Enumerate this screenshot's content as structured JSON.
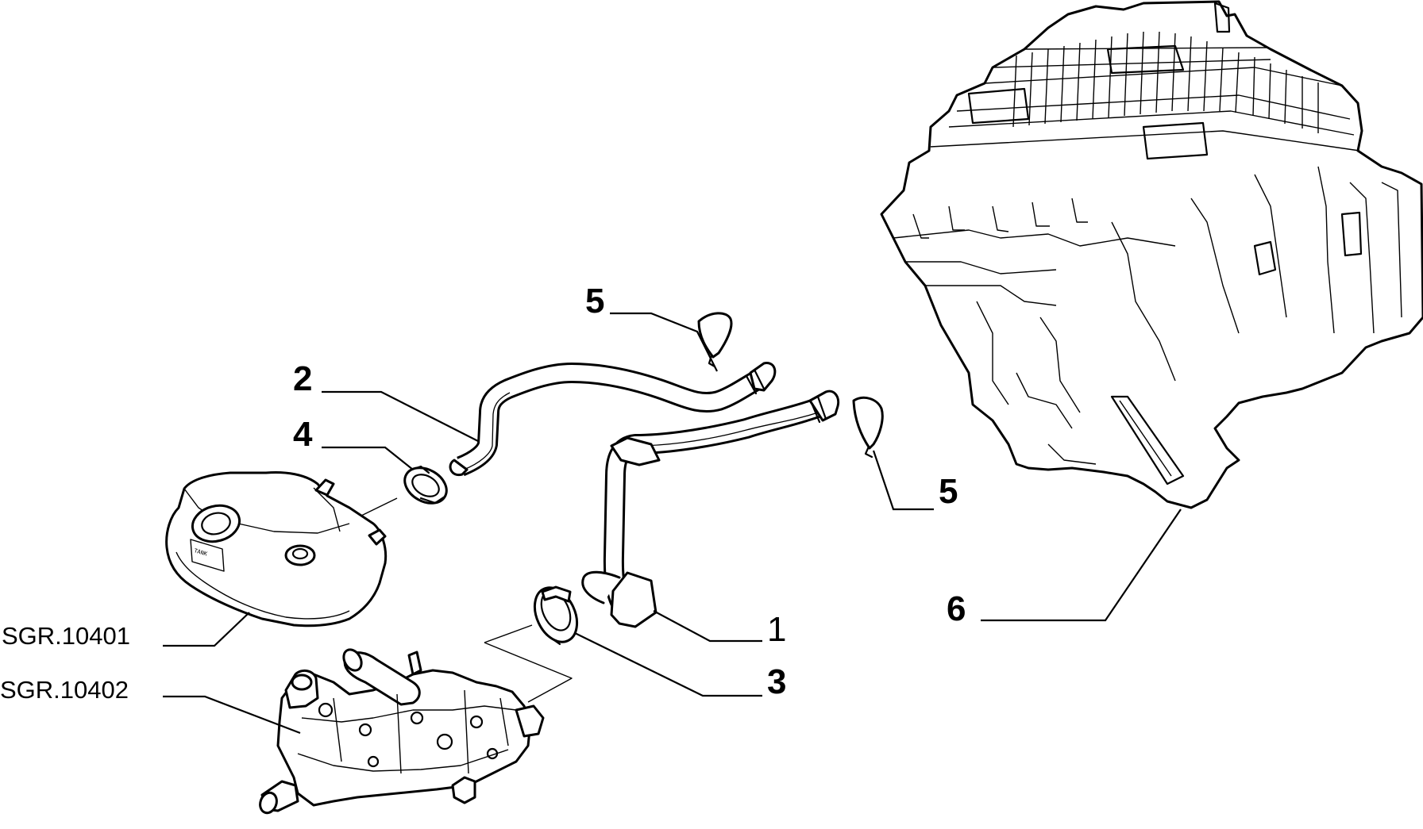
{
  "callouts": [
    {
      "id": "1",
      "label": "1"
    },
    {
      "id": "2",
      "label": "2"
    },
    {
      "id": "3",
      "label": "3"
    },
    {
      "id": "4",
      "label": "4"
    },
    {
      "id": "5a",
      "label": "5"
    },
    {
      "id": "5b",
      "label": "5"
    },
    {
      "id": "6",
      "label": "6"
    }
  ],
  "references": [
    {
      "id": "tank",
      "label": "SGR.10401"
    },
    {
      "id": "thermostat",
      "label": "SGR.10402"
    }
  ],
  "colors": {
    "line": "#000000",
    "background": "#ffffff"
  }
}
